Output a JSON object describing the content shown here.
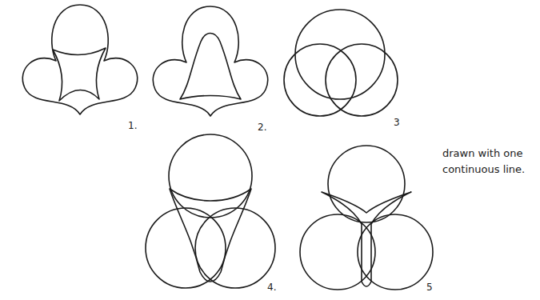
{
  "diagram": {
    "labels": [
      "1.",
      "2.",
      "3",
      "4.",
      "5",
      "drawn with one continuous line."
    ]
  }
}
